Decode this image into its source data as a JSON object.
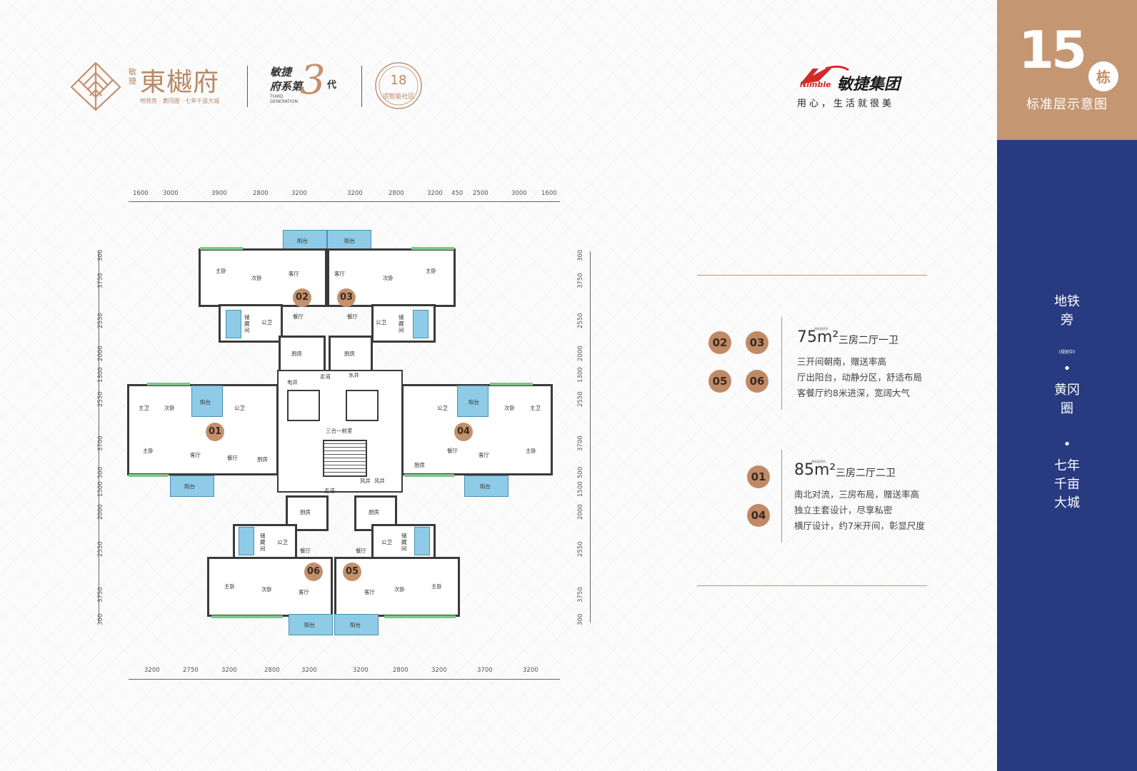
{
  "header": {
    "logo_small": "敏捷",
    "logo_name": "東樾府",
    "logo_slogan": "地铁旁 · 黄冈圈 · 七年千亩大城",
    "series_line1": "敏捷",
    "series_line2": "府系第",
    "series_number": "3",
    "series_suffix": "代",
    "series_en": "THIRD GENERATION",
    "community_number": "18",
    "community_text": "项智能社区",
    "group_brand": "Nimble",
    "group_name": "敏捷集团",
    "group_slogan": "用心，生活就很美"
  },
  "side_panel": {
    "building_number": "15",
    "building_unit": "栋",
    "subtitle": "标准层示意图",
    "vertical_1": "地铁旁",
    "vertical_1_note": "(规划中)",
    "dot": "•",
    "vertical_2": "黄冈圈",
    "vertical_3": "七年千亩大城"
  },
  "legend": {
    "group_a": {
      "units": [
        "02",
        "03",
        "05",
        "06"
      ],
      "area": "75m²",
      "area_note": "建筑面积约",
      "layout": "三房二厅一卫",
      "lines": [
        "三开间朝南，赠送率高",
        "厅出阳台，动静分区，舒适布局",
        "客餐厅约8米进深，宽阔大气"
      ]
    },
    "group_b": {
      "units": [
        "01",
        "04"
      ],
      "area": "85m²",
      "area_note": "建筑面积约",
      "layout": "三房二厅二卫",
      "lines": [
        "南北对流，三房布局，赠送率高",
        "独立主套设计，尽享私密",
        "横厅设计，约7米开间，彰显尺度"
      ]
    }
  },
  "dimensions": {
    "top": [
      "1600",
      "3000",
      "3900",
      "2800",
      "3200",
      "3200",
      "2800",
      "3200",
      "450",
      "2500",
      "3000",
      "1600"
    ],
    "bottom": [
      "3200",
      "2750",
      "3200",
      "2800",
      "3200",
      "3200",
      "2800",
      "3200",
      "3700",
      "3200"
    ],
    "side": [
      "300",
      "3750",
      "2550",
      "2000",
      "1300",
      "2550",
      "3700",
      "500",
      "1500",
      "2000",
      "2550",
      "3750",
      "300"
    ]
  },
  "plan": {
    "unit_badges": [
      "02",
      "03",
      "01",
      "04",
      "06",
      "05"
    ],
    "labels": {
      "balcony": "阳台",
      "master": "主卧",
      "second": "次卧",
      "living": "客厅",
      "dining": "餐厅",
      "kitchen": "厨房",
      "storage": "储藏间",
      "bath": "公卫",
      "master_bath": "主卫",
      "corridor": "走道",
      "lobby": "三合一前室",
      "elevator_room": "电井",
      "water_well": "水井",
      "wind_well": "风井"
    }
  }
}
